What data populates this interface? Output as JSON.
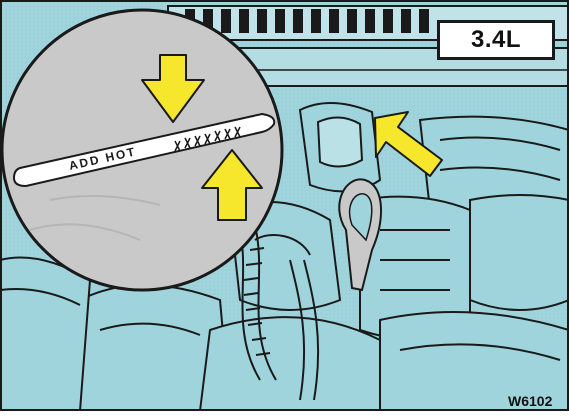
{
  "illustration": {
    "engine_size_label": "3.4L",
    "dipstick_text": "ADD HOT",
    "figure_code": "W6102",
    "colors": {
      "engine_fill": "#9fd4dc",
      "line_art": "#1a1a1a",
      "magnifier_fill": "#c9c9c9",
      "arrow_fill": "#f6e62c"
    },
    "icons": [
      "down-arrow-icon",
      "up-arrow-icon",
      "pointer-arrow-icon"
    ]
  }
}
